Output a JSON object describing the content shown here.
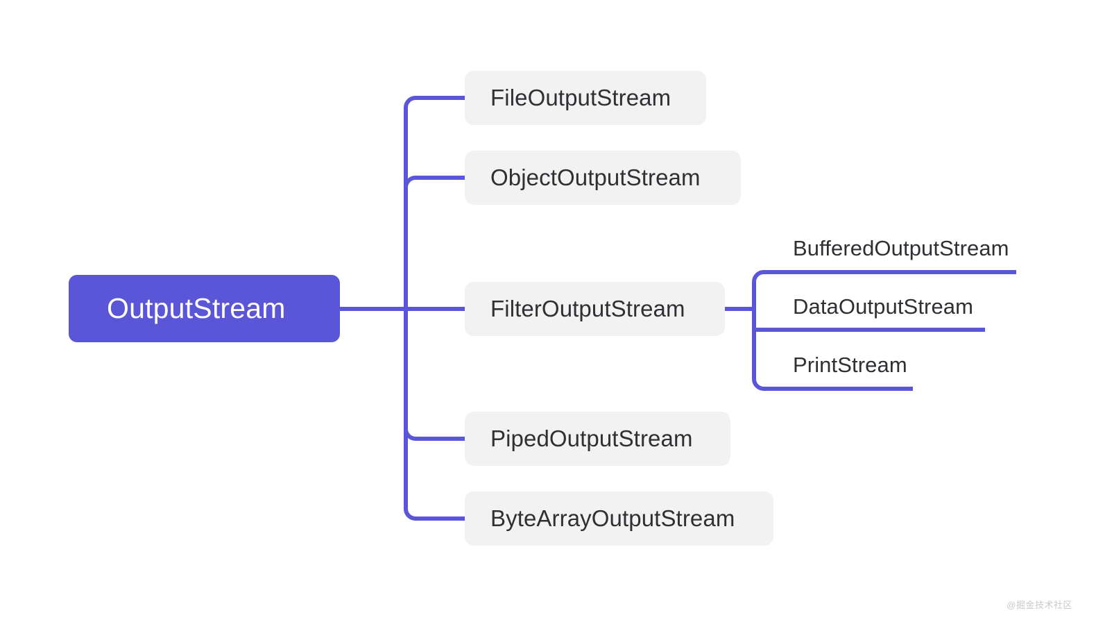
{
  "diagram": {
    "type": "mindmap",
    "title": "OutputStream class hierarchy",
    "colors": {
      "root_fill": "#5b56d8",
      "root_text": "#ffffff",
      "branch_fill": "#f2f2f2",
      "branch_text": "#2f2f34",
      "connector": "#5b56d8",
      "background": "#ffffff",
      "watermark_text": "#c9c9cf"
    },
    "root": {
      "label": "OutputStream"
    },
    "branches": [
      {
        "label": "FileOutputStream"
      },
      {
        "label": "ObjectOutputStream"
      },
      {
        "label": "FilterOutputStream"
      },
      {
        "label": "PipedOutputStream"
      },
      {
        "label": "ByteArrayOutputStream"
      }
    ],
    "leaves": [
      {
        "label": "BufferedOutputStream"
      },
      {
        "label": "DataOutputStream"
      },
      {
        "label": "PrintStream"
      }
    ],
    "watermark": "@掘金技术社区"
  }
}
